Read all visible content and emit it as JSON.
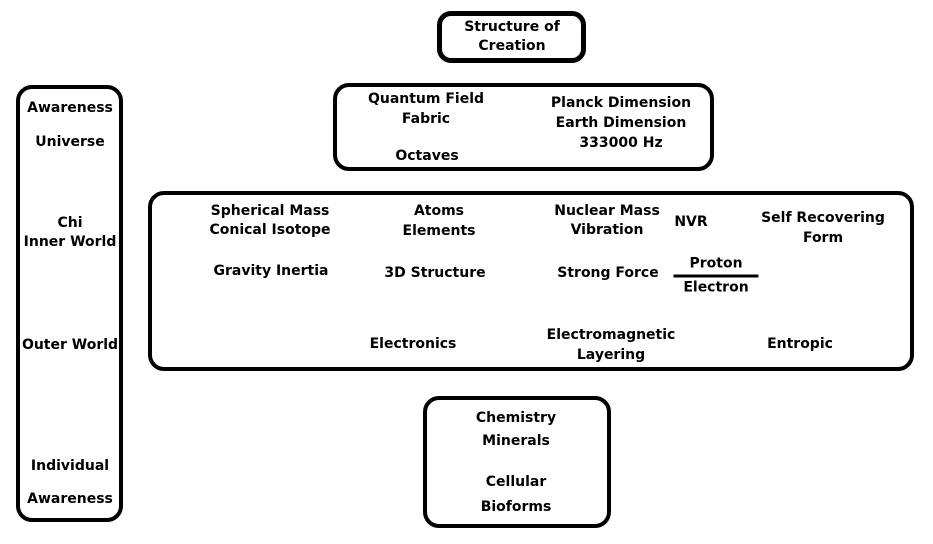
{
  "colors": {
    "background": "#ffffff",
    "ink": "#000000"
  },
  "diagram": {
    "creation_box": {
      "line1": "Structure of",
      "line2": "Creation"
    },
    "field_box": {
      "quantum_line1": "Quantum Field",
      "quantum_line2": "Fabric",
      "octaves": "Octaves",
      "planck_line1": "Planck Dimension",
      "planck_line2": "Earth Dimension",
      "planck_line3": "333000 Hz"
    },
    "awareness_box": {
      "awareness": "Awareness",
      "universe": "Universe",
      "chi_line1": "Chi",
      "chi_line2": "Inner World",
      "outer_world": "Outer World",
      "individual_line1": "Individual",
      "individual_line2": "Awareness"
    },
    "matter_box": {
      "spherical_line1": "Spherical Mass",
      "spherical_line2": "Conical Isotope",
      "atoms_line1": "Atoms",
      "atoms_line2": "Elements",
      "nuclear_line1": "Nuclear Mass",
      "nuclear_line2": "Vibration",
      "nvr": "NVR",
      "self_recovering_line1": "Self Recovering",
      "self_recovering_line2": "Form",
      "gravity_inertia": "Gravity Inertia",
      "structure_3d": "3D Structure",
      "strong_force": "Strong Force",
      "fraction_numerator": "Proton",
      "fraction_denominator": "Electron",
      "electronics": "Electronics",
      "electromagnetic_line1": "Electromagnetic",
      "electromagnetic_line2": "Layering",
      "entropic": "Entropic"
    },
    "bio_box": {
      "chemistry": "Chemistry",
      "minerals": "Minerals",
      "cellular": "Cellular",
      "bioforms": "Bioforms"
    }
  }
}
